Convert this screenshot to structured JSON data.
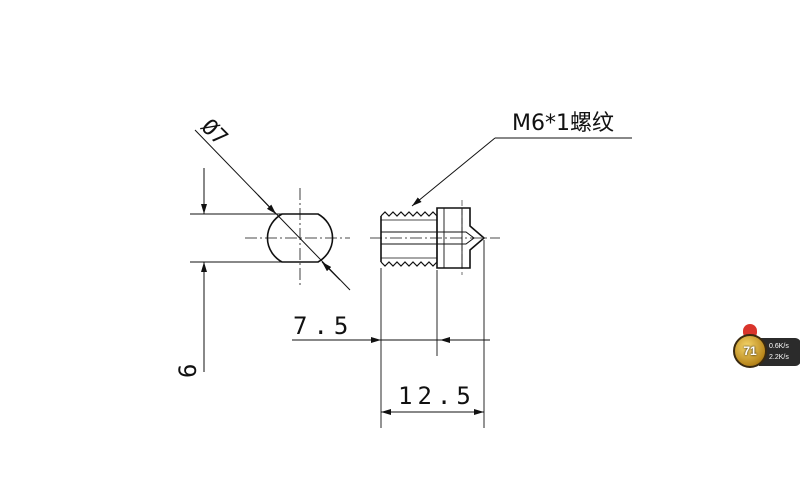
{
  "drawing": {
    "diameter_label": "Ø7",
    "thread_label": "M6*1螺纹",
    "dim_7_5": "7.5",
    "dim_12_5": "12.5",
    "dim_6": "6"
  },
  "overlay_widget": {
    "badge_text": "71",
    "stat_1": "0.6K/s",
    "stat_2": "2.2K/s"
  }
}
